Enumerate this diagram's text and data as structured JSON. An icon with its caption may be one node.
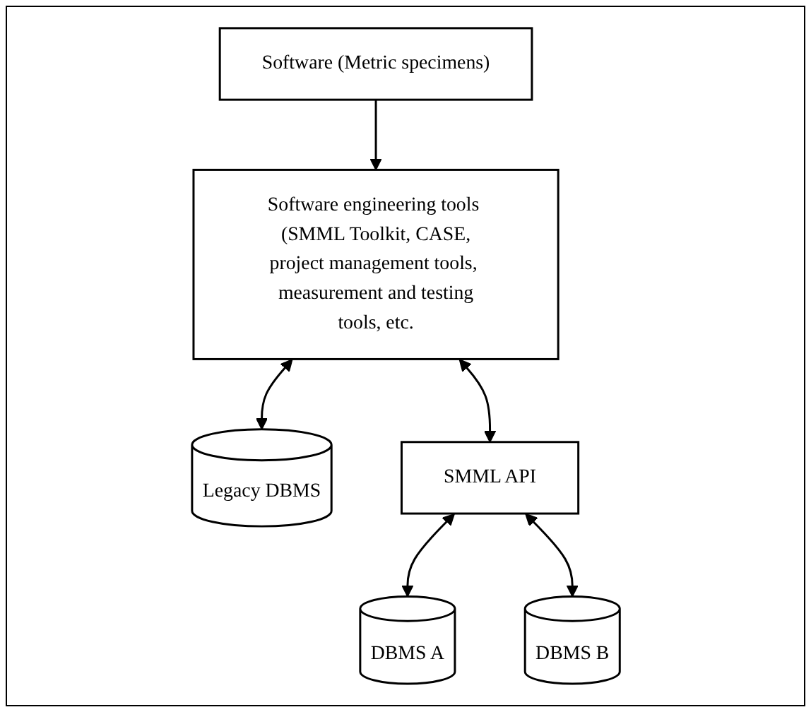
{
  "diagram": {
    "nodes": [
      {
        "text": [
          "Software (Metric specimens)"
        ]
      },
      {
        "text": [
          "Software engineering tools (SMML Toolkit, CASE, project management tools, measurement and testing tools, etc."
        ]
      },
      {
        "text": [
          "SMML API"
        ]
      },
      {
        "text": [
          "Legacy DBMS"
        ]
      },
      {
        "text": [
          "DBMS A"
        ]
      },
      {
        "text": [
          "DBMS B"
        ]
      }
    ],
    "edges": [
      {
        "from": 0,
        "to": 1,
        "arrow": "to"
      },
      {
        "from": 1,
        "to": 3,
        "arrow": "both"
      },
      {
        "from": 1,
        "to": 2,
        "arrow": "both"
      },
      {
        "from": 2,
        "to": 4,
        "arrow": "both"
      },
      {
        "from": 2,
        "to": 5,
        "arrow": "both"
      }
    ]
  }
}
